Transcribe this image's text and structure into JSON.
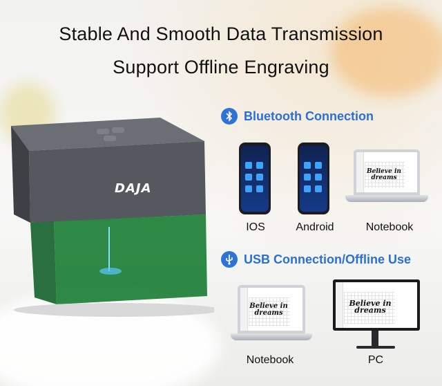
{
  "headline": {
    "line1": "Stable And Smooth Data Transmission",
    "line2": "Support Offline Engraving"
  },
  "bluetooth": {
    "title": "Bluetooth Connection",
    "icon": "bluetooth-icon",
    "devices": [
      "IOS",
      "Android",
      "Notebook"
    ]
  },
  "usb": {
    "title": "USB Connection/Offline Use",
    "icon": "usb-icon",
    "devices": [
      "Notebook",
      "PC"
    ]
  },
  "product": {
    "brand": "DAJA"
  },
  "screen_text": {
    "line1": "Believe in",
    "line2": "dreams"
  },
  "colors": {
    "accent": "#2a6fd6",
    "machine_body": "#5a5d63",
    "shield": "#1e8a3a"
  }
}
